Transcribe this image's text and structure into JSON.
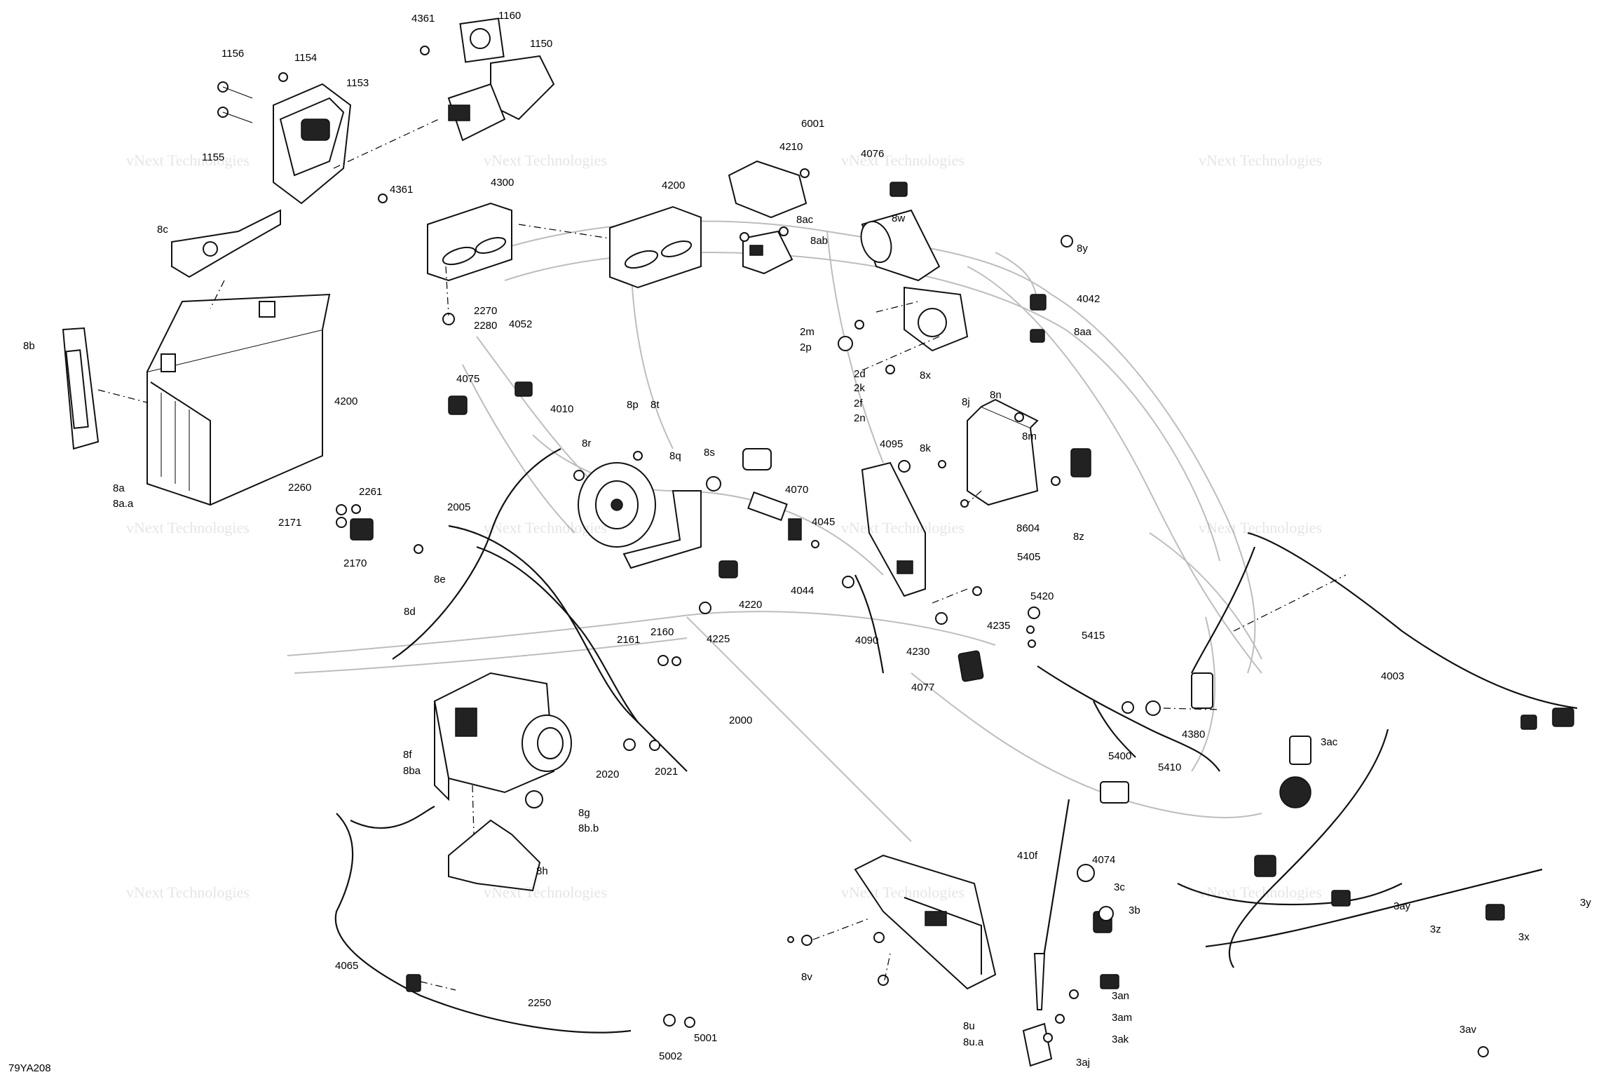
{
  "diagram": {
    "reference_code": "79YA208",
    "watermark_text": "vNext Technologies",
    "part_labels": [
      "1156",
      "1154",
      "1153",
      "1155",
      "4361",
      "1160",
      "1150",
      "8c",
      "8b",
      "8a",
      "8a.a",
      "4361",
      "4300",
      "2270",
      "2280",
      "4052",
      "4200",
      "4210",
      "6001",
      "4076",
      "8ac",
      "8ab",
      "8w",
      "8y",
      "4042",
      "8aa",
      "2m",
      "2p",
      "2d",
      "2k",
      "2f",
      "2n",
      "8x",
      "8j",
      "8n",
      "8m",
      "8k",
      "4095",
      "8604",
      "8z",
      "4075",
      "4010",
      "4200",
      "2260",
      "2261",
      "2171",
      "2170",
      "8d",
      "2005",
      "8e",
      "8p",
      "8t",
      "8r",
      "8q",
      "8s",
      "4070",
      "4045",
      "4044",
      "4220",
      "4225",
      "4090",
      "5405",
      "5420",
      "5415",
      "4235",
      "4230",
      "4077",
      "2161",
      "2160",
      "2000",
      "2020",
      "2021",
      "8f",
      "8ba",
      "8g",
      "8b.b",
      "8h",
      "5400",
      "5410",
      "4380",
      "4003",
      "3ac",
      "4074",
      "410f",
      "3c",
      "3b",
      "3ay",
      "3z",
      "3x",
      "3y",
      "3an",
      "3am",
      "3ak",
      "3aj",
      "3av",
      "8v",
      "8u",
      "8u.a",
      "4065",
      "2250",
      "5001",
      "5002"
    ]
  }
}
